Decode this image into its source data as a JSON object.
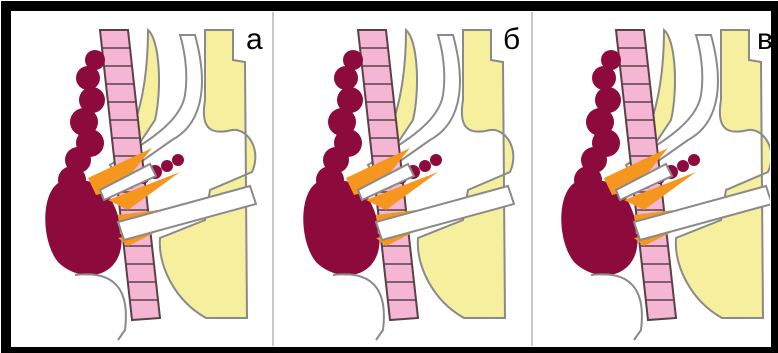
{
  "figure": {
    "panels": [
      {
        "label": "а"
      },
      {
        "label": "б"
      },
      {
        "label": "в"
      }
    ]
  },
  "colors": {
    "frame": "#000000",
    "divider": "#c8c8c8",
    "organ_fill": "#f5ef9e",
    "organ_outline": "#8a8a8a",
    "spine_fill": "#f4b6d2",
    "spine_outline": "#5a4048",
    "mass": "#8c0a3c",
    "orange": "#f5961e",
    "tube_outline": "#8a8a8a"
  }
}
